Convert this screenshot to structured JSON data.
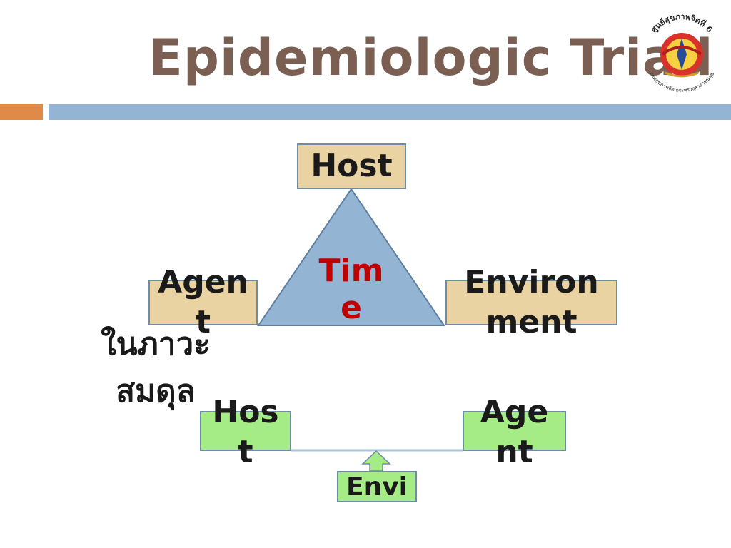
{
  "title": "Epidemiologic Triad",
  "logo": {
    "icon": "department-of-mental-health-seal",
    "text_top": "ศูนย์สุขภาพจิตที่ 6",
    "text_bottom": "กรมสุขภาพจิต กระทรวงสาธารณสุข"
  },
  "triad": {
    "host": "Host",
    "center": "Tim\ne",
    "agent": "Agen\nt",
    "environment": "Environ\nment"
  },
  "balance": {
    "caption": "ในภาวะ\nสมดุล",
    "host": "Hos\nt",
    "agent": "Age\nnt",
    "env": "Envi"
  },
  "colors": {
    "title": "#7a5f52",
    "time_text": "#c00000",
    "triangle_fill": "#93b4d3",
    "tan_box": "#ead3a2",
    "green_box": "#a6ec86"
  }
}
